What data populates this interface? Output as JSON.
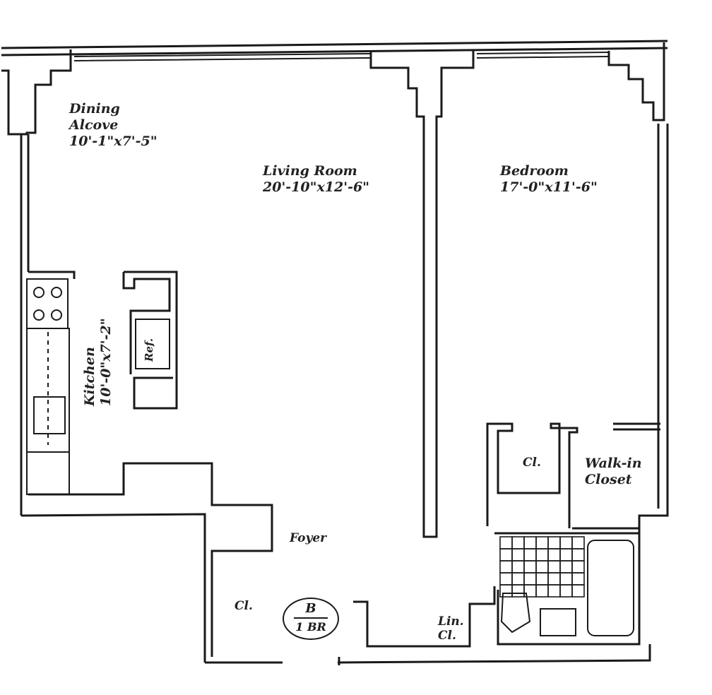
{
  "rooms": {
    "dining": {
      "name1": "Dining",
      "name2": "Alcove",
      "size": "10'-1\"x7'-5\""
    },
    "living": {
      "name": "Living Room",
      "size": "20'-10\"x12'-6\""
    },
    "bedroom": {
      "name": "Bedroom",
      "size": "17'-0\"x11'-6\""
    },
    "kitchen": {
      "name": "Kitchen",
      "size": "10'-0\"x7'-2\""
    },
    "ref": "Ref.",
    "closet_bedroom": "Cl.",
    "walkin": {
      "name1": "Walk-in",
      "name2": "Closet"
    },
    "foyer": "Foyer",
    "closet_foyer": "Cl.",
    "linen": {
      "name1": "Lin.",
      "name2": "Cl."
    }
  },
  "badge": {
    "letter": "B",
    "type": "1 BR"
  }
}
